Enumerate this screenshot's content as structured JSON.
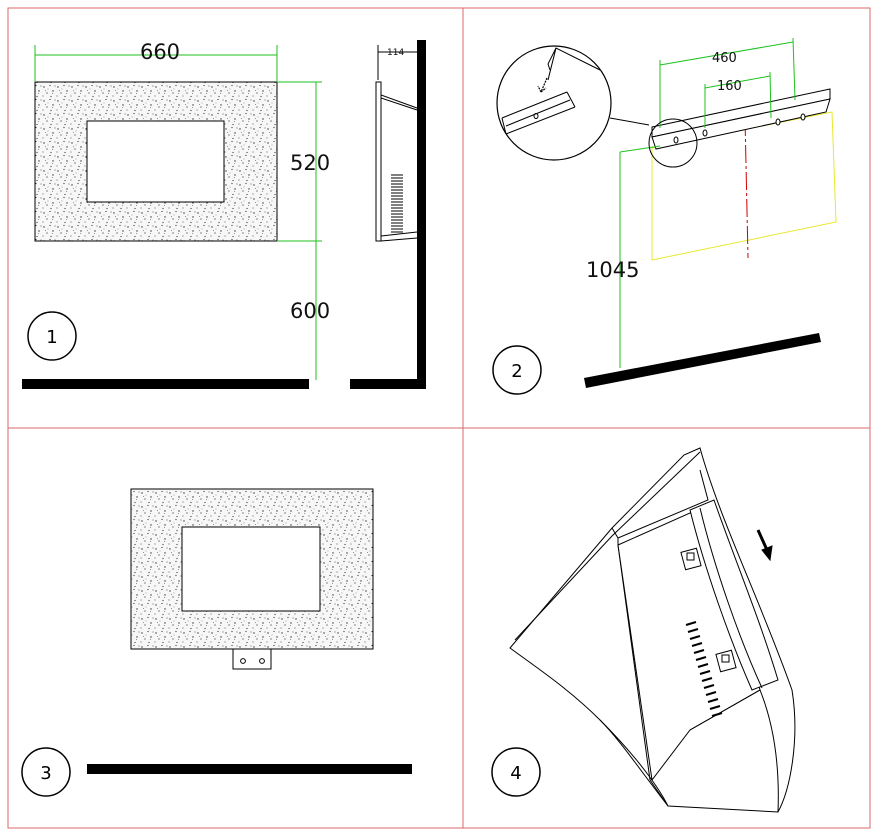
{
  "colors": {
    "dimension_line": "#1dc21d",
    "panel_divider": "#d96a6a",
    "template_outline": "#e8e830",
    "centre_line": "#cc0000",
    "ink": "#000000"
  },
  "panel1": {
    "step_number": "1",
    "width_label": "660",
    "height_label": "520",
    "floor_gap_label": "600",
    "depth_label": "114"
  },
  "panel2": {
    "step_number": "2",
    "hole_span_outer_label": "460",
    "hole_span_inner_label": "160",
    "floor_height_label": "1045"
  },
  "panel3": {
    "step_number": "3"
  },
  "panel4": {
    "step_number": "4"
  },
  "icons": [
    "arrow-down-icon",
    "screw-hole-icon",
    "speckle-texture-icon"
  ]
}
